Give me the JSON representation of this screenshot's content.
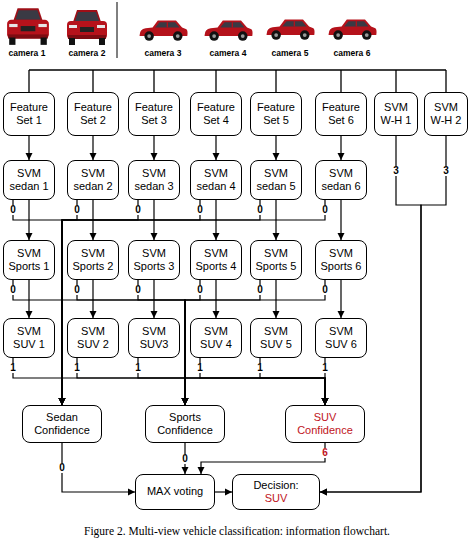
{
  "diagram": {
    "caption": "Figure 2. Multi-view vehicle classification: information flowchart.",
    "nodes": [
      {
        "text": [
          "Feature Set 1"
        ]
      },
      {
        "text": [
          "Feature Set 2"
        ]
      },
      {
        "text": [
          "Feature Set 3"
        ]
      },
      {
        "text": [
          "Feature Set 4"
        ]
      },
      {
        "text": [
          "Feature Set 5"
        ]
      },
      {
        "text": [
          "Feature Set 6"
        ]
      },
      {
        "text": [
          "SVM W-H 1"
        ]
      },
      {
        "text": [
          "SVM W-H 2"
        ]
      },
      {
        "text": [
          "SVM sedan 1"
        ]
      },
      {
        "text": [
          "SVM sedan 2"
        ]
      },
      {
        "text": [
          "SVM sedan 3"
        ]
      },
      {
        "text": [
          "SVM sedan 4"
        ]
      },
      {
        "text": [
          "SVM sedan 5"
        ]
      },
      {
        "text": [
          "SVM sedan 6"
        ]
      },
      {
        "text": [
          "SVM Sports 1"
        ]
      },
      {
        "text": [
          "SVM Sports 2"
        ]
      },
      {
        "text": [
          "SVM Sports 3"
        ]
      },
      {
        "text": [
          "SVM Sports 4"
        ]
      },
      {
        "text": [
          "SVM Sports 5"
        ]
      },
      {
        "text": [
          "SVM Sports 6"
        ]
      },
      {
        "text": [
          "SVM SUV 1"
        ]
      },
      {
        "text": [
          "SVM SUV 2"
        ]
      },
      {
        "text": [
          "SVM SUV3"
        ]
      },
      {
        "text": [
          "SVM SUV 4"
        ]
      },
      {
        "text": [
          "SVM SUV 5"
        ]
      },
      {
        "text": [
          "SVM SUV 6"
        ]
      },
      {
        "text": [
          "Sedan Confidence"
        ]
      },
      {
        "text": [
          "Sports Confidence"
        ]
      },
      {
        "text": [
          "SUV Confidence"
        ]
      },
      {
        "text": [
          "MAX voting"
        ]
      },
      {
        "text": [
          "Decision:",
          "SUV"
        ]
      }
    ],
    "edges": [
      {
        "from": 0,
        "to": 8,
        "arrow": "to"
      },
      {
        "from": 1,
        "to": 9,
        "arrow": "to"
      },
      {
        "from": 2,
        "to": 10,
        "arrow": "to"
      },
      {
        "from": 3,
        "to": 11,
        "arrow": "to"
      },
      {
        "from": 4,
        "to": 12,
        "arrow": "to"
      },
      {
        "from": 5,
        "to": 13,
        "arrow": "to"
      },
      {
        "from": 8,
        "to": 14,
        "arrow": "to"
      },
      {
        "from": 9,
        "to": 15,
        "arrow": "to"
      },
      {
        "from": 10,
        "to": 16,
        "arrow": "to"
      },
      {
        "from": 11,
        "to": 17,
        "arrow": "to"
      },
      {
        "from": 12,
        "to": 18,
        "arrow": "to"
      },
      {
        "from": 13,
        "to": 19,
        "arrow": "to"
      },
      {
        "from": 14,
        "to": 20,
        "arrow": "to"
      },
      {
        "from": 15,
        "to": 21,
        "arrow": "to"
      },
      {
        "from": 16,
        "to": 22,
        "arrow": "to"
      },
      {
        "from": 17,
        "to": 23,
        "arrow": "to"
      },
      {
        "from": 18,
        "to": 24,
        "arrow": "to"
      },
      {
        "from": 19,
        "to": 25,
        "arrow": "to"
      },
      {
        "from": 8,
        "to": 26,
        "label": "0",
        "arrow": "to"
      },
      {
        "from": 9,
        "to": 26,
        "label": "0",
        "arrow": "to"
      },
      {
        "from": 10,
        "to": 26,
        "label": "0",
        "arrow": "to"
      },
      {
        "from": 11,
        "to": 26,
        "label": "0",
        "arrow": "to"
      },
      {
        "from": 12,
        "to": 26,
        "label": "0",
        "arrow": "to"
      },
      {
        "from": 13,
        "to": 26,
        "label": "0",
        "arrow": "to"
      },
      {
        "from": 14,
        "to": 27,
        "label": "0",
        "arrow": "to"
      },
      {
        "from": 15,
        "to": 27,
        "label": "0",
        "arrow": "to"
      },
      {
        "from": 16,
        "to": 27,
        "label": "0",
        "arrow": "to"
      },
      {
        "from": 17,
        "to": 27,
        "label": "0",
        "arrow": "to"
      },
      {
        "from": 18,
        "to": 27,
        "label": "0",
        "arrow": "to"
      },
      {
        "from": 19,
        "to": 27,
        "label": "0",
        "arrow": "to"
      },
      {
        "from": 20,
        "to": 28,
        "label": "1",
        "arrow": "to"
      },
      {
        "from": 21,
        "to": 28,
        "label": "1",
        "arrow": "to"
      },
      {
        "from": 22,
        "to": 28,
        "label": "1",
        "arrow": "to"
      },
      {
        "from": 23,
        "to": 28,
        "label": "1",
        "arrow": "to"
      },
      {
        "from": 24,
        "to": 28,
        "label": "1",
        "arrow": "to"
      },
      {
        "from": 25,
        "to": 28,
        "label": "1",
        "arrow": "to"
      },
      {
        "from": 26,
        "to": 29,
        "label": "0",
        "arrow": "to"
      },
      {
        "from": 27,
        "to": 29,
        "label": "0",
        "arrow": "to"
      },
      {
        "from": 28,
        "to": 29,
        "label": "6",
        "arrow": "to"
      },
      {
        "from": 29,
        "to": 30,
        "arrow": "to"
      },
      {
        "from": 6,
        "to": 30,
        "label": "3",
        "arrow": "to"
      },
      {
        "from": 7,
        "to": 30,
        "label": "3",
        "arrow": "to"
      }
    ],
    "labels": [
      "camera 1",
      "camera 2",
      "camera 3",
      "camera 4",
      "camera 5",
      "camera 6"
    ]
  }
}
